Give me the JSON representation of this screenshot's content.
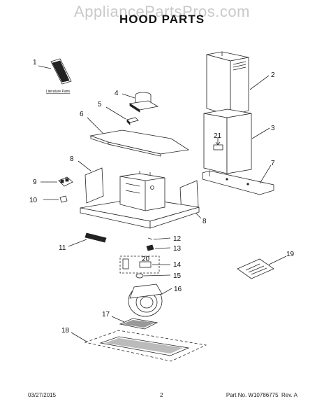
{
  "header": {
    "watermark": "AppliancePartsPros.com",
    "title": "HOOD PARTS"
  },
  "callouts": [
    "1",
    "2",
    "3",
    "4",
    "5",
    "6",
    "7",
    "8",
    "9",
    "10",
    "11",
    "12",
    "13",
    "14",
    "15",
    "16",
    "17",
    "18",
    "19",
    "20",
    "21",
    "8"
  ],
  "literature_label": "Literature Parts",
  "footer": {
    "date": "03/27/2015",
    "page": "2",
    "part_info": "Part No. W10786775  Rev. A"
  }
}
